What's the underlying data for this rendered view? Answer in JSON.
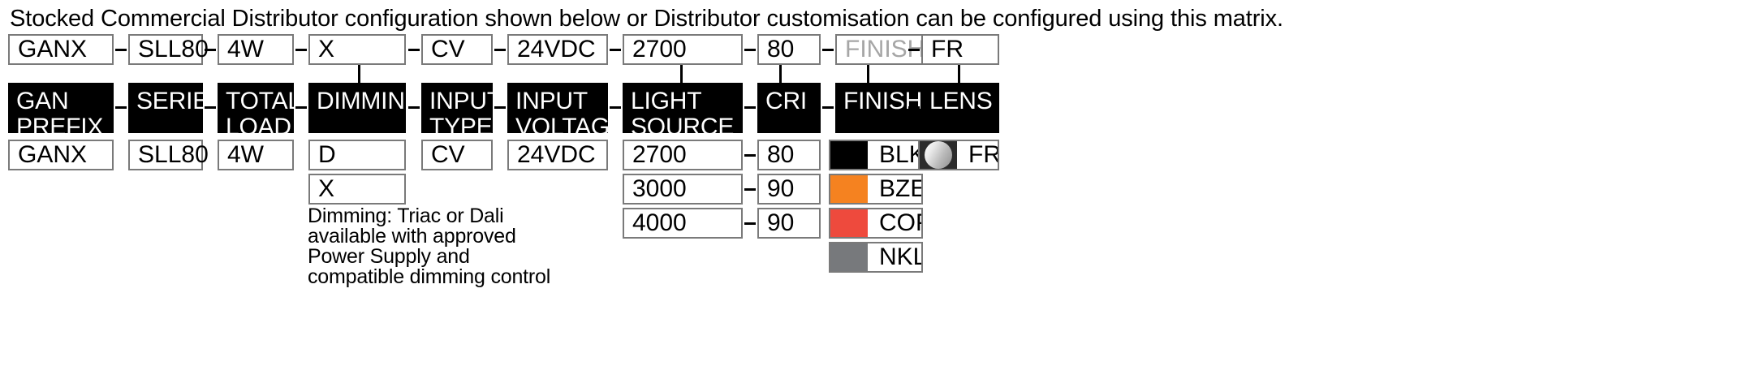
{
  "intro": {
    "text": "Stocked Commercial Distributor configuration shown below or Distributor customisation can be configured using this matrix."
  },
  "separator": {
    "dash": "–"
  },
  "columns": [
    {
      "key": "gan_prefix",
      "header": "GAN\nPREFIX",
      "selected": "GANX",
      "options": [
        "GANX"
      ]
    },
    {
      "key": "series",
      "header": "SERIES",
      "selected": "SLL80",
      "options": [
        "SLL80"
      ]
    },
    {
      "key": "total_load",
      "header": "TOTAL\nLOAD",
      "selected": "4W",
      "options": [
        "4W"
      ]
    },
    {
      "key": "dimming",
      "header": "DIMMING",
      "selected": "X",
      "options": [
        "D",
        "X"
      ],
      "note": "Dimming: Triac or Dali\navailable with approved\nPower Supply and\ncompatible dimming control"
    },
    {
      "key": "input_type",
      "header": "INPUT\nTYPE",
      "selected": "CV",
      "options": [
        "CV"
      ]
    },
    {
      "key": "input_voltage",
      "header": "INPUT\nVOLTAGE",
      "selected": "24VDC",
      "options": [
        "24VDC"
      ]
    },
    {
      "key": "light_source",
      "header": "LIGHT\nSOURCE (K)",
      "selected": "2700",
      "options": [
        "2700",
        "3000",
        "4000"
      ]
    },
    {
      "key": "cri",
      "header": "CRI",
      "selected": "80",
      "options": [
        "80",
        "90",
        "90"
      ]
    },
    {
      "key": "finish",
      "header": "FINISH",
      "selected": "FINISH",
      "selected_is_placeholder": true,
      "options": [
        {
          "code": "BLK",
          "color": "#000000"
        },
        {
          "code": "BZE",
          "color": "#F58220"
        },
        {
          "code": "COP",
          "color": "#EE4A3D"
        },
        {
          "code": "NKL",
          "color": "#77797C"
        }
      ]
    },
    {
      "key": "lens",
      "header": "LENS",
      "selected": "FR",
      "options": [
        {
          "code": "FR",
          "icon": "frosted-lens-icon"
        }
      ]
    }
  ]
}
